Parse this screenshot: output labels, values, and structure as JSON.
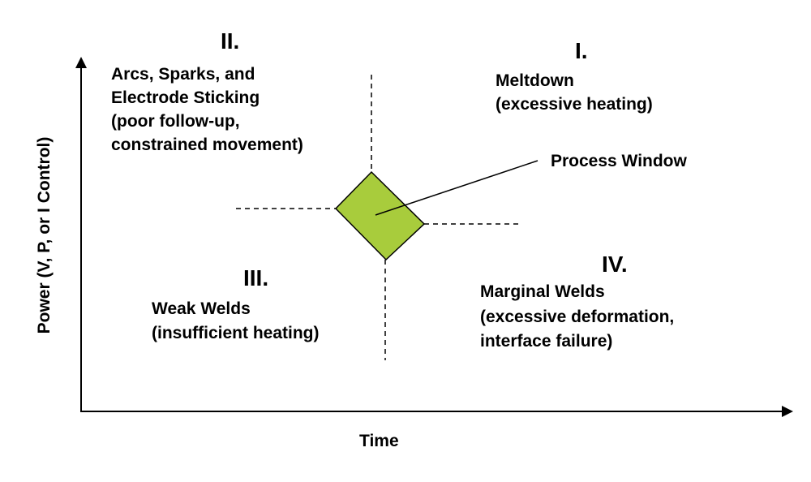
{
  "axes": {
    "x_label": "Time",
    "y_label": "Power (V, P, or I Control)"
  },
  "regions": [
    {
      "numeral": "I.",
      "title": "Meltdown",
      "lines": [
        "(excessive heating)"
      ]
    },
    {
      "numeral": "II.",
      "title": "Arcs, Sparks, and",
      "lines": [
        "Electrode Sticking",
        "(poor follow-up,",
        "constrained movement)"
      ]
    },
    {
      "numeral": "III.",
      "title": "Weak Welds",
      "lines": [
        "(insufficient heating)"
      ]
    },
    {
      "numeral": "IV.",
      "title": "Marginal Welds",
      "lines": [
        "(excessive deformation,",
        "interface failure)"
      ]
    }
  ],
  "process_window": {
    "label": "Process Window",
    "color": "#a8cc3c"
  }
}
